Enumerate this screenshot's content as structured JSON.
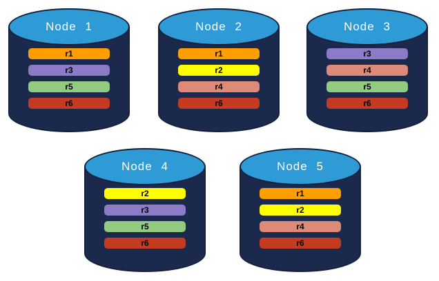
{
  "colors": {
    "background": "#ffffff",
    "cylinder_body": "#1b2a4c",
    "cylinder_outline": "#141f3c",
    "cylinder_top": "#2e9bd6",
    "title_text": "#ffffff",
    "bar_text": "#000000",
    "replicas": {
      "r1": "#ff9e01",
      "r2": "#ffff00",
      "r3": "#8c7cc8",
      "r4": "#de8a79",
      "r5": "#92ca80",
      "r6": "#c53b22"
    }
  },
  "nodes": [
    {
      "label": "Node 1",
      "replicas": [
        "r1",
        "r3",
        "r5",
        "r6"
      ]
    },
    {
      "label": "Node 2",
      "replicas": [
        "r1",
        "r2",
        "r4",
        "r6"
      ]
    },
    {
      "label": "Node 3",
      "replicas": [
        "r3",
        "r4",
        "r5",
        "r6"
      ]
    },
    {
      "label": "Node 4",
      "replicas": [
        "r2",
        "r3",
        "r5",
        "r6"
      ]
    },
    {
      "label": "Node 5",
      "replicas": [
        "r1",
        "r2",
        "r4",
        "r6"
      ]
    }
  ]
}
